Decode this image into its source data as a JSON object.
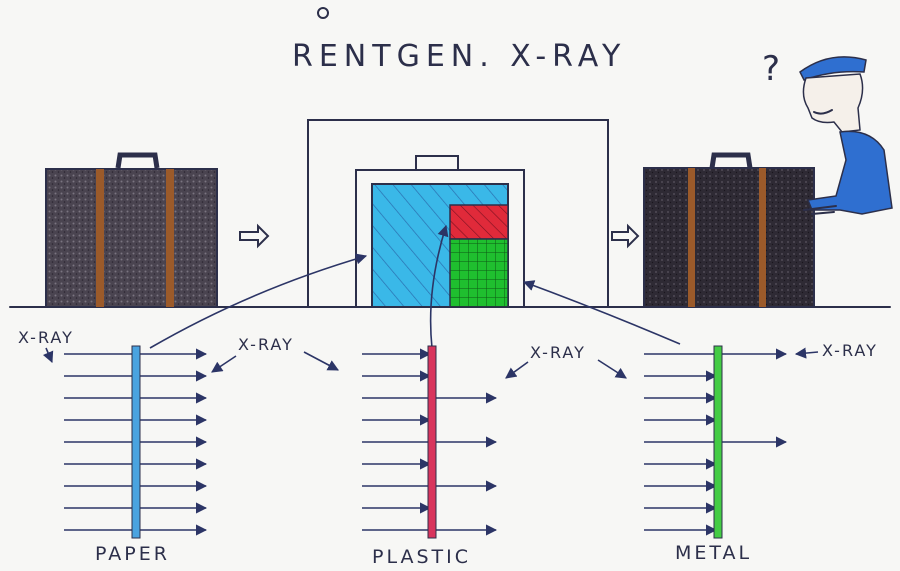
{
  "title": "RENTGEN. X-RAY",
  "question_mark": "?",
  "labels": {
    "xray_left": "X-RAY",
    "xray_mid_left": "X-RAY",
    "xray_mid_right": "X-RAY",
    "xray_right": "X-RAY"
  },
  "panels": [
    {
      "name": "PAPER",
      "color": "#4aa3e0",
      "passes": [
        true,
        true,
        true,
        true,
        true,
        true,
        true,
        true,
        true
      ]
    },
    {
      "name": "PLASTIC",
      "color": "#d8345c",
      "passes": [
        false,
        false,
        true,
        false,
        true,
        false,
        true,
        false,
        true
      ]
    },
    {
      "name": "METAL",
      "color": "#44cc44",
      "passes": [
        true,
        false,
        false,
        false,
        true,
        false,
        false,
        false,
        false
      ]
    }
  ],
  "colors": {
    "ink": "#2c2f4a",
    "suitcase": "#4a4450",
    "strap": "#9b5a2a",
    "paper_fill": "#3ab8e8",
    "plastic_fill": "#e02a3a",
    "metal_fill": "#1fbf2f",
    "officer": "#2f6fd0"
  }
}
